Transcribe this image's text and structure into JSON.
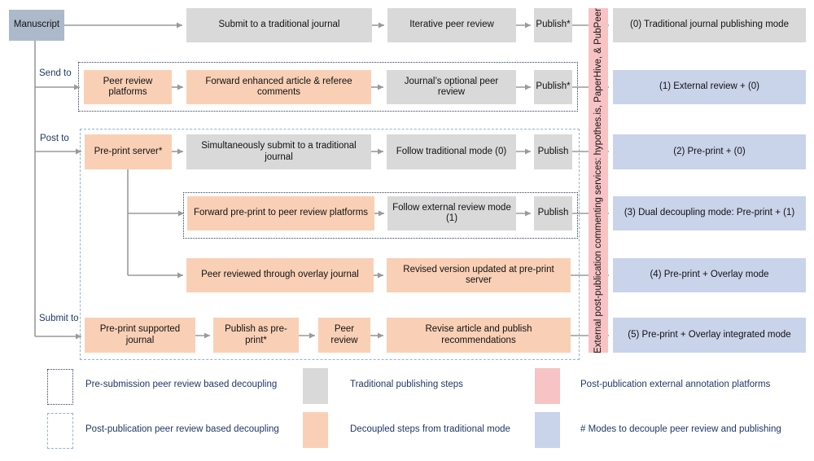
{
  "manuscript": "Manuscript",
  "branch_labels": {
    "send_to": "Send to",
    "post_to": "Post to",
    "submit_to": "Submit to"
  },
  "row0": {
    "submit": "Submit to a traditional journal",
    "review": "Iterative peer review",
    "publish": "Publish*",
    "mode": "(0) Traditional journal publishing mode"
  },
  "row1": {
    "platforms": "Peer review platforms",
    "forward": "Forward enhanced article & referee comments",
    "optional": "Journal’s optional peer review",
    "publish": "Publish*",
    "mode": "(1) External review + (0)"
  },
  "row2": {
    "server": "Pre-print server*",
    "simultaneous": "Simultaneously submit to a traditional journal",
    "follow": "Follow traditional mode (0)",
    "publish": "Publish",
    "mode": "(2) Pre-print + (0)"
  },
  "row3": {
    "forward": "Forward pre-print to peer review platforms",
    "follow": "Follow external  review mode (1)",
    "publish": "Publish",
    "mode": "(3) Dual decoupling mode: Pre-print + (1)"
  },
  "row4": {
    "overlay": "Peer reviewed through overlay journal",
    "revised": "Revised version updated at pre-print server",
    "mode": "(4) Pre-print + Overlay mode"
  },
  "row5": {
    "journal": "Pre-print supported journal",
    "publish_pre": "Publish as pre-print*",
    "review": "Peer review",
    "revise": "Revise article and  publish recommendations",
    "mode": "(5) Pre-print + Overlay integrated mode"
  },
  "vertical_bar": "External post-publication commenting services: hypothes.is, PaperHive,  & PubPeer",
  "legend": {
    "pre_submission": "Pre-submission peer review based decoupling",
    "post_publication": "Post-publication peer review based decoupling",
    "traditional": "Traditional publishing steps",
    "decoupled": "Decoupled steps from traditional mode",
    "annotation": "Post-publication external annotation platforms",
    "modes": "# Modes to decouple peer review and publishing"
  },
  "colors": {
    "traditional": "#d9d9d9",
    "decoupled": "#f9d0b6",
    "mode": "#c9d3ea",
    "annotation": "#f7c3c4",
    "manuscript": "#acb9ca",
    "arrow": "#9a9a9a",
    "dotted_border": "#2e3d5c",
    "dashed_border": "#8fb4d8"
  }
}
